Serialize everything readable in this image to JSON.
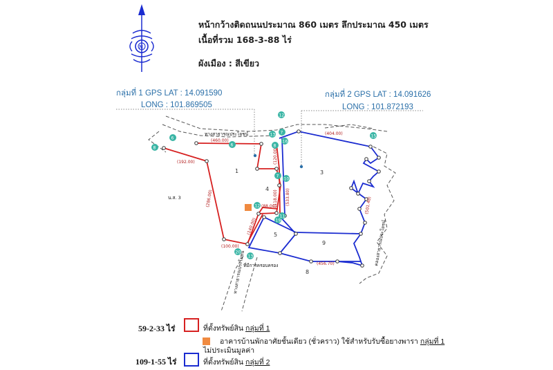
{
  "header": {
    "frontage": "หน้ากว้างติดถนนประมาณ 860 เมตร ลึกประมาณ 450 เมตร",
    "total_area": "เนื้อที่รวม 168-3-88 ไร่",
    "zoning": "ผังเมือง : สีเขียว"
  },
  "compass": {
    "icon": "north-arrow-icon",
    "letter": "N"
  },
  "gps": {
    "group1": {
      "lat": "กลุ่มที่ 1  GPS LAT : 14.091590",
      "long": "LONG : 101.869505"
    },
    "group2": {
      "lat": "กลุ่มที่ 2  GPS LAT : 14.091626",
      "long": "LONG : 101.872193"
    }
  },
  "map": {
    "plot_numbers": [
      "1",
      "3",
      "4",
      "5",
      "9",
      "8"
    ],
    "labels": {
      "public_road": "ทางสาธารณประโยชน์",
      "ns3": "น.ส. 3",
      "highway_label": "ทางสาธารณประโยชน์",
      "occupied": "ที่มีการครอบครอง",
      "canal": "คลองสาธารณประโยชน์"
    },
    "dimensions": [
      "(460.00)",
      "(192.00)",
      "(286.00)",
      "(100.00)",
      "(140.00)",
      "(120.00)",
      "(88.00)",
      "(118.00)",
      "(533.80)",
      "(404.00)",
      "(501.40)",
      "(456.70)"
    ],
    "markers": [
      "6",
      "8",
      "6",
      "12",
      "13",
      "8",
      "7",
      "16",
      "7",
      "10",
      "12",
      "11",
      "19",
      "20",
      "13",
      "15"
    ]
  },
  "legend": {
    "group1_area": "59-2-33 ไร่",
    "group1_text": "ที่ตั้งทรัพย์สิน",
    "group1_link": "กลุ่มที่ 1",
    "building_text": "อาคารบ้านพักอาศัยชั้นเดียว (ชั่วคราว) ใช้สำหรับรับซื้อยางพารา",
    "building_link": "กลุ่มที่ 1",
    "building_note": "ไม่ประเมินมูลค่า",
    "group2_area": "109-1-55 ไร่",
    "group2_text": "ที่ตั้งทรัพย์สิน",
    "group2_link": "กลุ่มที่ 2"
  },
  "colors": {
    "group1": "#d62020",
    "group2": "#1a2bd0",
    "building": "#f08a40",
    "gps": "#2a6fa8",
    "marker": "#3ab5a5"
  }
}
